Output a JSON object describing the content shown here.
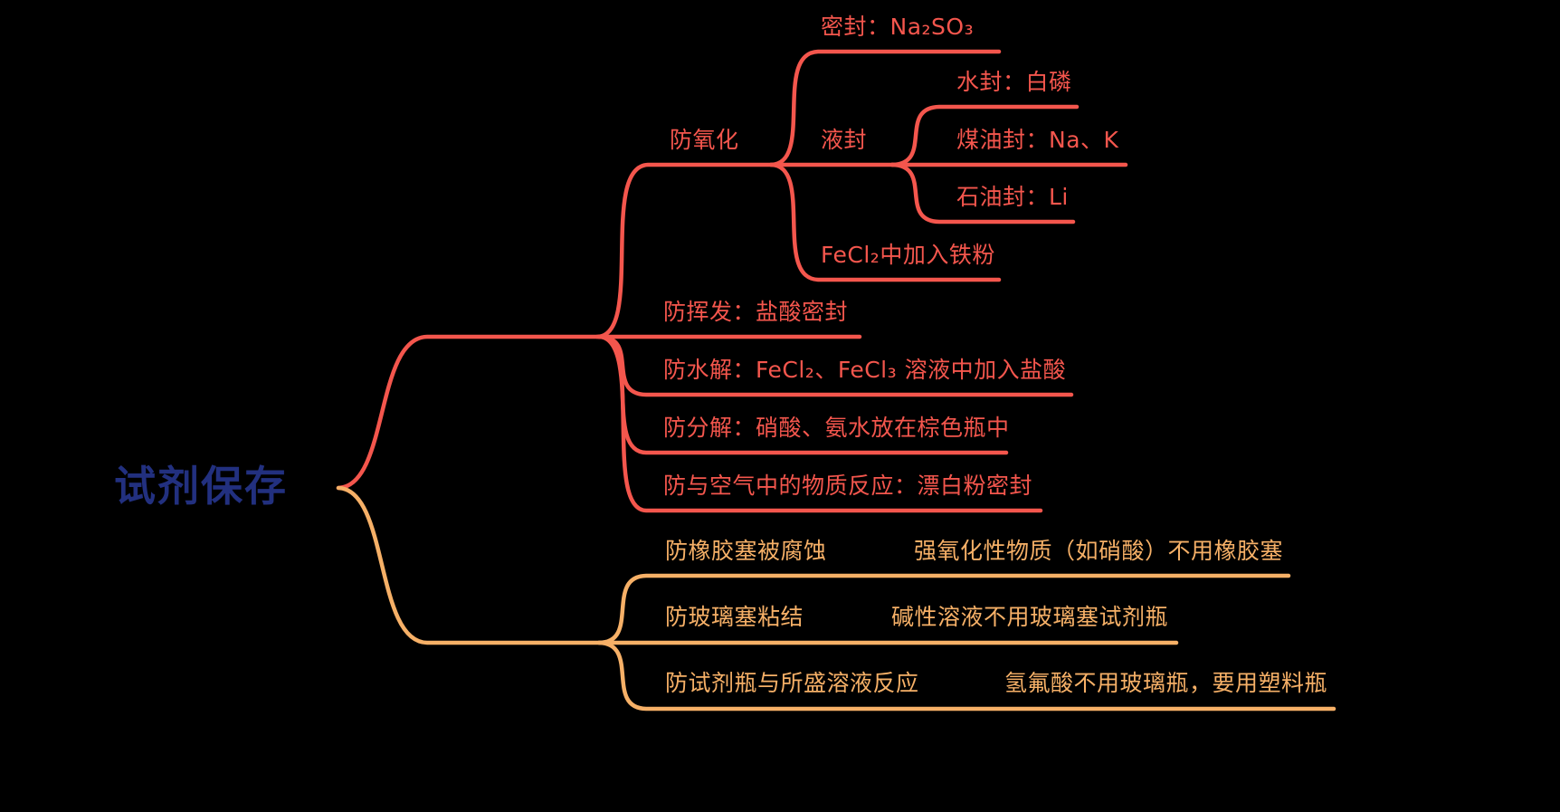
{
  "colors": {
    "background": "#000000",
    "branch-red": "#f4564d",
    "branch-orange": "#f6b067",
    "root-text": "#22307f"
  },
  "mindmap": {
    "root": {
      "label": "试剂保存"
    },
    "branches": [
      {
        "label": "防氧化",
        "children": [
          {
            "label": "密封：Na₂SO₃"
          },
          {
            "label": "液封",
            "children": [
              {
                "label": "水封：白磷"
              },
              {
                "label": "煤油封：Na、K"
              },
              {
                "label": "石油封：Li"
              }
            ]
          },
          {
            "label": "FeCl₂中加入铁粉"
          }
        ]
      },
      {
        "label": "防挥发：盐酸密封"
      },
      {
        "label": "防水解：FeCl₂、FeCl₃ 溶液中加入盐酸"
      },
      {
        "label": "防分解：硝酸、氨水放在棕色瓶中"
      },
      {
        "label": "防与空气中的物质反应：漂白粉密封"
      },
      {
        "label": "防橡胶塞被腐蚀",
        "note": "强氧化性物质（如硝酸）不用橡胶塞"
      },
      {
        "label": "防玻璃塞粘结",
        "note": "碱性溶液不用玻璃塞试剂瓶"
      },
      {
        "label": "防试剂瓶与所盛溶液反应",
        "note": "氢氟酸不用玻璃瓶，要用塑料瓶"
      }
    ]
  }
}
